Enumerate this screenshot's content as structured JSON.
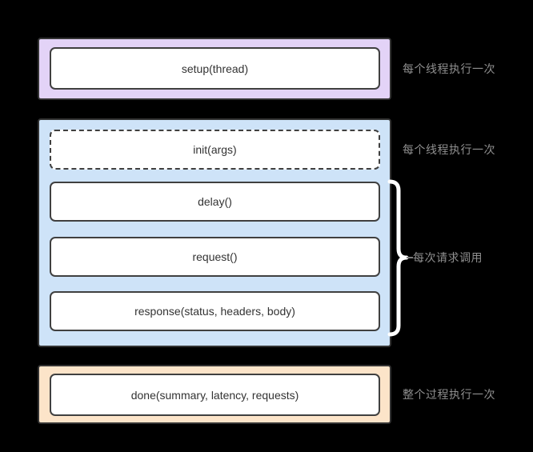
{
  "colors": {
    "canvas_bg": "#000000",
    "purple_fill": "#e3d3f7",
    "blue_fill": "#cee3f8",
    "orange_fill": "#fce4c9",
    "outer_stroke": "#333333",
    "node_fill": "#ffffff",
    "node_stroke": "#404040",
    "node_text": "#333333",
    "annotation_text": "#8f8f8f",
    "brace_stroke": "#ffffff",
    "brace_tick": "#7d7d7d"
  },
  "diagram": {
    "setup": {
      "label": "setup(thread)",
      "annotation": "每个线程执行一次"
    },
    "loop": {
      "init": {
        "label": "init(args)",
        "annotation": "每个线程执行一次"
      },
      "delay": {
        "label": "delay()"
      },
      "request": {
        "label": "request()"
      },
      "response": {
        "label": "response(status, headers, body)"
      },
      "brace_annotation": "每次请求调用"
    },
    "done": {
      "label": "done(summary, latency, requests)",
      "annotation": "整个过程执行一次"
    }
  }
}
